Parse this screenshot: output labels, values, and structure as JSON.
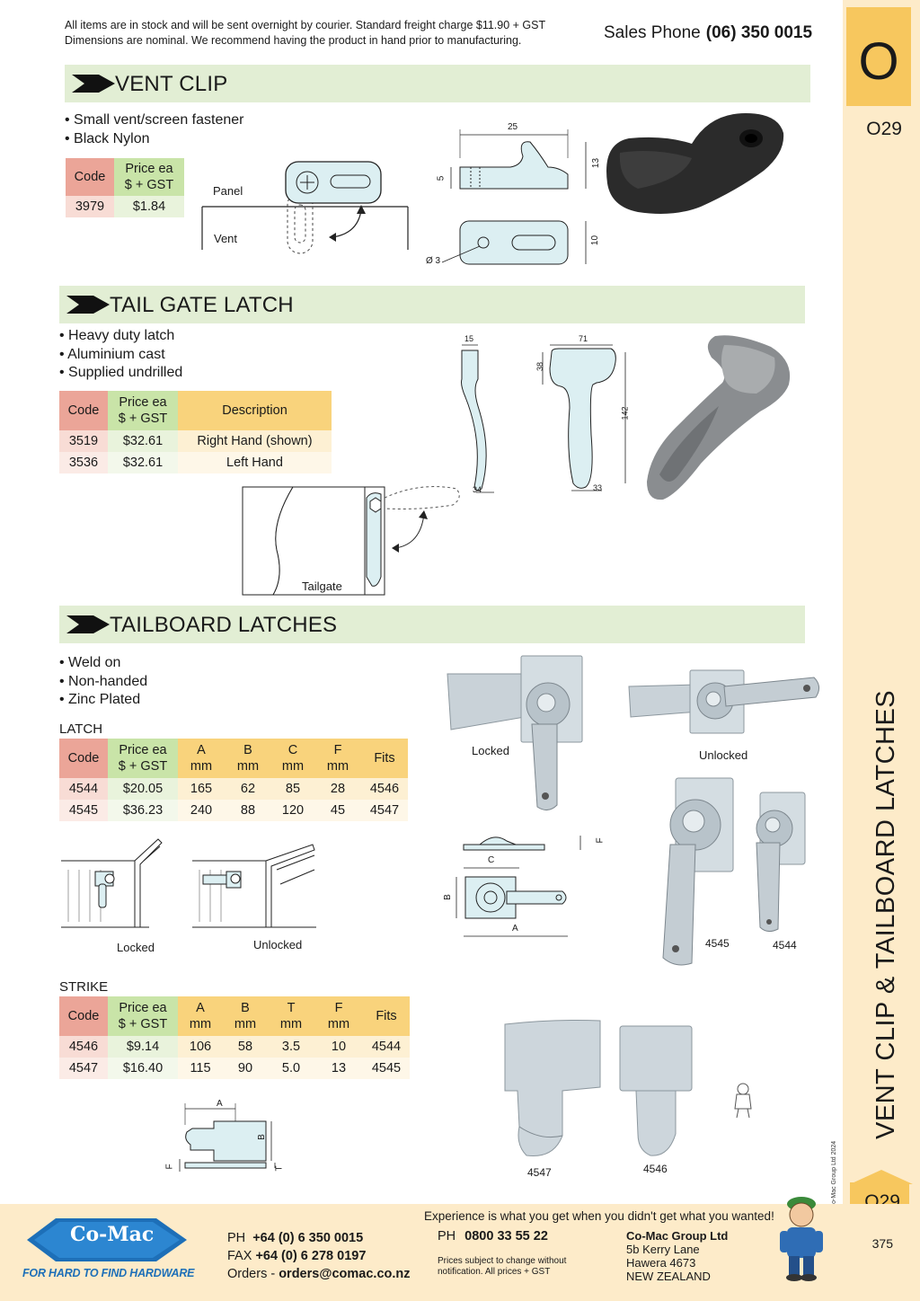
{
  "header": {
    "note_line1": "All items are in stock and will be sent overnight by courier. Standard freight charge $11.90 + GST",
    "note_line2": "Dimensions are nominal. We recommend having the product in hand prior to manufacturing.",
    "sales_label": "Sales Phone",
    "sales_number": "(06) 350 0015"
  },
  "side": {
    "letter": "O",
    "code": "O29",
    "vertical_title": "VENT CLIP & TAILBOARD LATCHES",
    "copyright": "© Co-Mac Group Ltd 2024",
    "page_number": "375"
  },
  "vent_clip": {
    "title": "VENT CLIP",
    "bullets": [
      "• Small vent/screen fastener",
      "• Black Nylon"
    ],
    "table": {
      "headers": [
        "Code",
        "Price ea",
        "$ + GST"
      ],
      "rows": [
        [
          "3979",
          "$1.84"
        ]
      ]
    },
    "diagram_labels": {
      "panel": "Panel",
      "vent": "Vent"
    },
    "dims": {
      "d25": "25",
      "d13": "13",
      "d5": "5",
      "d10": "10",
      "d3": "Ø 3"
    }
  },
  "tail_gate": {
    "title": "TAIL GATE LATCH",
    "bullets": [
      "• Heavy duty latch",
      "• Aluminium cast",
      "• Supplied undrilled"
    ],
    "table": {
      "headers": [
        "Code",
        "Price ea",
        "$ + GST",
        "Description"
      ],
      "rows": [
        [
          "3519",
          "$32.61",
          "Right Hand (shown)"
        ],
        [
          "3536",
          "$32.61",
          "Left Hand"
        ]
      ]
    },
    "dims": {
      "d15": "15",
      "d71": "71",
      "d38": "38",
      "d142": "142",
      "d34": "34",
      "d33": "33"
    },
    "tailgate_label": "Tailgate"
  },
  "tailboard": {
    "title": "TAILBOARD LATCHES",
    "bullets": [
      "• Weld on",
      "• Non-handed",
      "• Zinc Plated"
    ],
    "latch_label": "LATCH",
    "latch_headers": {
      "code": "Code",
      "price1": "Price ea",
      "price2": "$ + GST",
      "a1": "A",
      "b1": "B",
      "c1": "C",
      "f1": "F",
      "unit": "mm",
      "fits": "Fits"
    },
    "latch_rows": [
      [
        "4544",
        "$20.05",
        "165",
        "62",
        "85",
        "28",
        "4546"
      ],
      [
        "4545",
        "$36.23",
        "240",
        "88",
        "120",
        "45",
        "4547"
      ]
    ],
    "strike_label": "STRIKE",
    "strike_headers": {
      "code": "Code",
      "price1": "Price ea",
      "price2": "$ + GST",
      "a1": "A",
      "b1": "B",
      "t1": "T",
      "f1": "F",
      "unit": "mm",
      "fits": "Fits"
    },
    "strike_rows": [
      [
        "4546",
        "$9.14",
        "106",
        "58",
        "3.5",
        "10",
        "4544"
      ],
      [
        "4547",
        "$16.40",
        "115",
        "90",
        "5.0",
        "13",
        "4545"
      ]
    ],
    "captions": {
      "locked": "Locked",
      "unlocked": "Unlocked",
      "photo_locked": "Locked",
      "photo_unlocked": "Unlocked",
      "p4545": "4545",
      "p4544": "4544",
      "p4547": "4547",
      "p4546": "4546"
    },
    "dim_letters": {
      "A": "A",
      "B": "B",
      "C": "C",
      "F": "F",
      "T": "T"
    }
  },
  "footer": {
    "slogan": "Experience is what you get when you didn't get what you wanted!",
    "logo": "Co-Mac",
    "tagline": "FOR HARD TO FIND HARDWARE",
    "ph_label": "PH",
    "ph_value": "+64 (0) 6 350 0015",
    "fax_label": "FAX",
    "fax_value": "+64 (0) 6 278 0197",
    "orders_label": "Orders -",
    "orders_value": "orders@comac.co.nz",
    "ph2_label": "PH",
    "ph2_value": "0800 33 55 22",
    "fine1": "Prices subject to change without",
    "fine2": "notification. All prices + GST",
    "company": "Co-Mac Group Ltd",
    "addr1": "5b Kerry Lane",
    "addr2": "Hawera 4673",
    "addr3": "NEW ZEALAND"
  },
  "colors": {
    "section_bar": "#e2eed4",
    "side_band": "#fdebc9",
    "side_accent": "#f7c75e",
    "code_header": "#eba598",
    "price_header": "#c9e4a8",
    "extra_header": "#f9d37c",
    "brand_blue": "#1d6fb8"
  }
}
